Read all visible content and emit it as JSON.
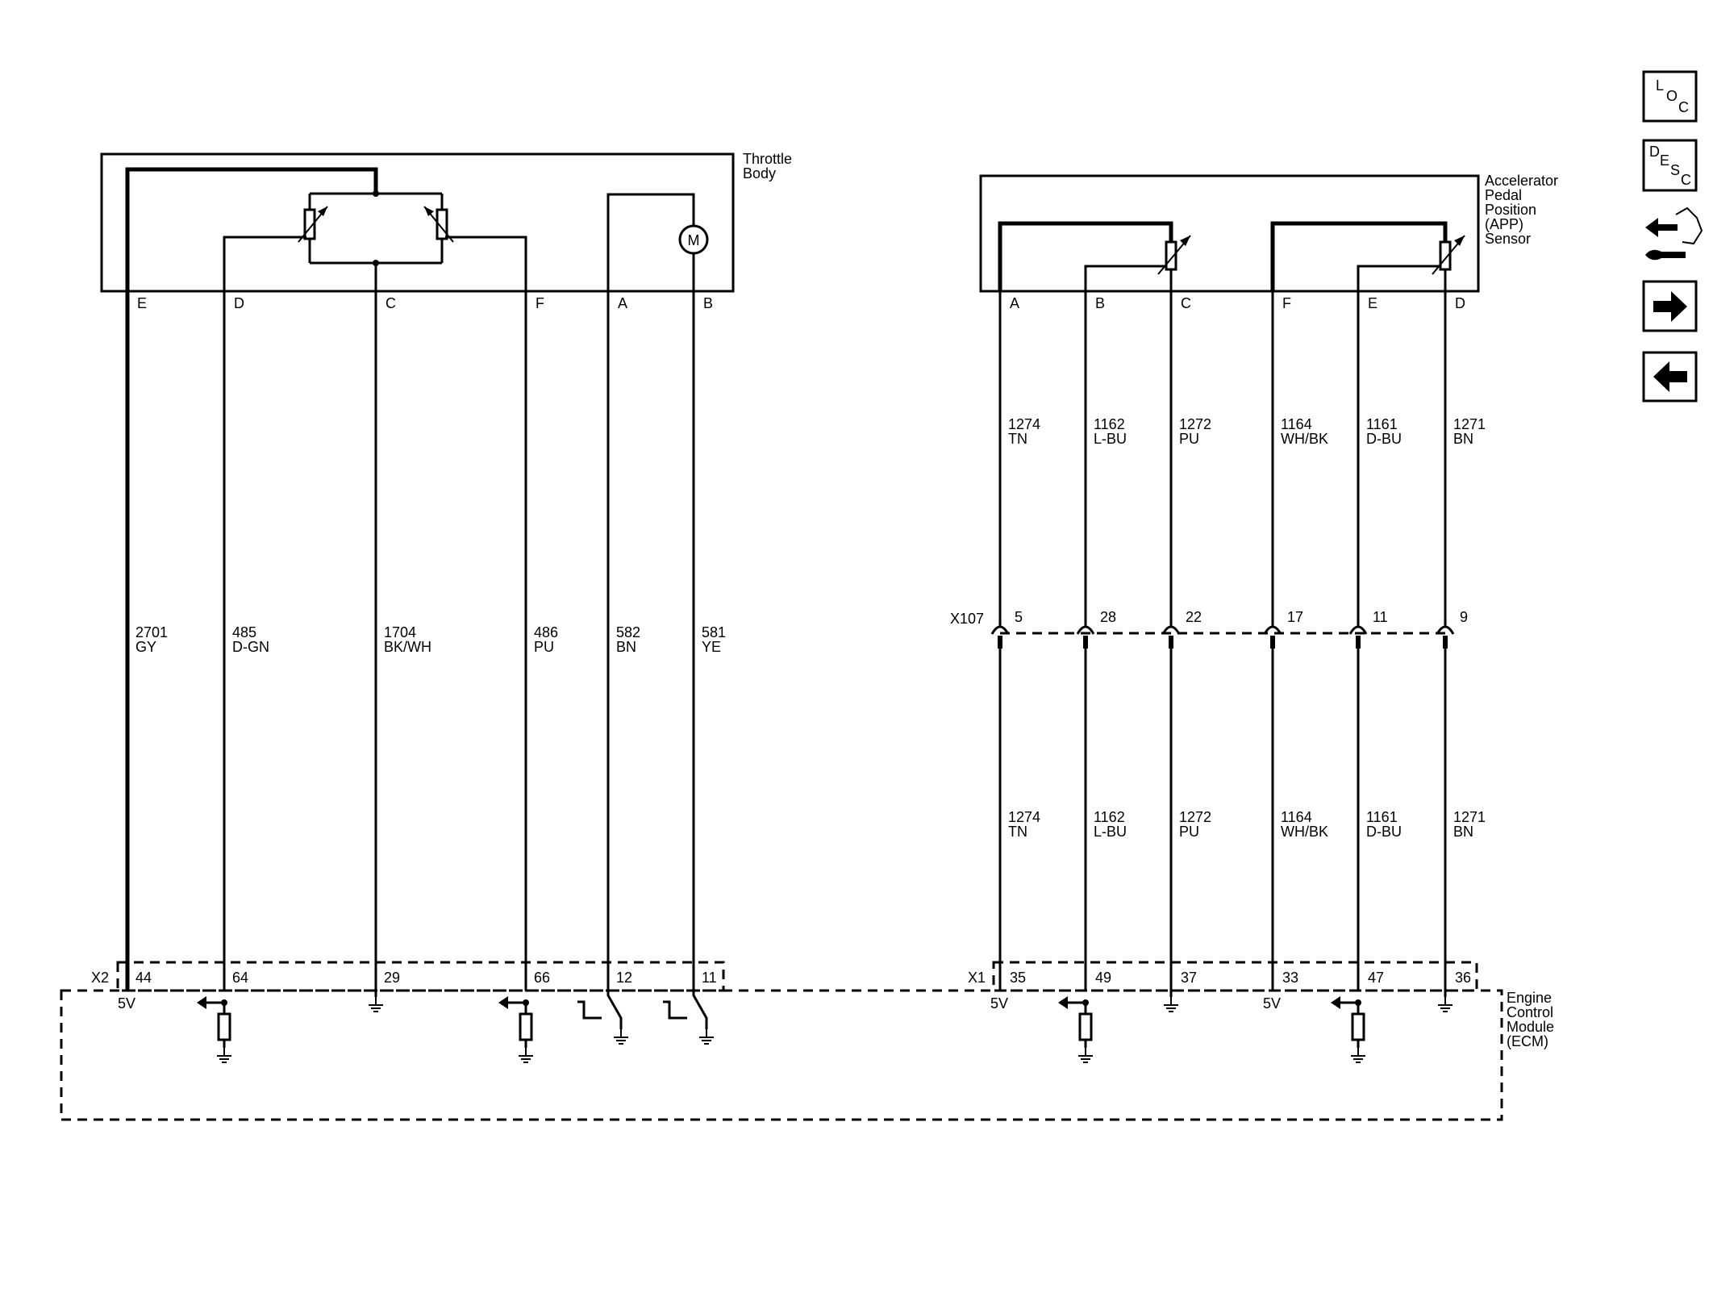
{
  "components": {
    "throttle_body": [
      "Throttle",
      "Body"
    ],
    "app_sensor": [
      "Accelerator",
      "Pedal",
      "Position",
      "(APP)",
      "Sensor"
    ],
    "ecm": [
      "Engine",
      "Control",
      "Module",
      "(ECM)"
    ],
    "motor_symbol": "M"
  },
  "connectors": {
    "x2": "X2",
    "x1": "X1",
    "x107": "X107"
  },
  "throttle_circuits": [
    {
      "pin": "E",
      "circuit": "2701",
      "color": "GY",
      "ecm_pin": "44",
      "ecm_term": "5V"
    },
    {
      "pin": "D",
      "circuit": "485",
      "color": "D-GN",
      "ecm_pin": "64",
      "ecm_term": ""
    },
    {
      "pin": "C",
      "circuit": "1704",
      "color": "BK/WH",
      "ecm_pin": "29",
      "ecm_term": ""
    },
    {
      "pin": "F",
      "circuit": "486",
      "color": "PU",
      "ecm_pin": "66",
      "ecm_term": ""
    },
    {
      "pin": "A",
      "circuit": "582",
      "color": "BN",
      "ecm_pin": "12",
      "ecm_term": ""
    },
    {
      "pin": "B",
      "circuit": "581",
      "color": "YE",
      "ecm_pin": "11",
      "ecm_term": ""
    }
  ],
  "app_circuits": [
    {
      "pin": "A",
      "circuit": "1274",
      "color": "TN",
      "x107_pin": "5",
      "ecm_pin": "35",
      "ecm_term": "5V"
    },
    {
      "pin": "B",
      "circuit": "1162",
      "color": "L-BU",
      "x107_pin": "28",
      "ecm_pin": "49",
      "ecm_term": ""
    },
    {
      "pin": "C",
      "circuit": "1272",
      "color": "PU",
      "x107_pin": "22",
      "ecm_pin": "37",
      "ecm_term": ""
    },
    {
      "pin": "F",
      "circuit": "1164",
      "color": "WH/BK",
      "x107_pin": "17",
      "ecm_pin": "33",
      "ecm_term": "5V"
    },
    {
      "pin": "E",
      "circuit": "1161",
      "color": "D-BU",
      "x107_pin": "11",
      "ecm_pin": "47",
      "ecm_term": ""
    },
    {
      "pin": "D",
      "circuit": "1271",
      "color": "BN",
      "x107_pin": "9",
      "ecm_pin": "36",
      "ecm_term": ""
    }
  ],
  "nav": {
    "loc": {
      "a": "L",
      "b": "O",
      "c": "C"
    },
    "desc": {
      "a": "D",
      "b": "E",
      "c": "S",
      "d": "C"
    }
  }
}
